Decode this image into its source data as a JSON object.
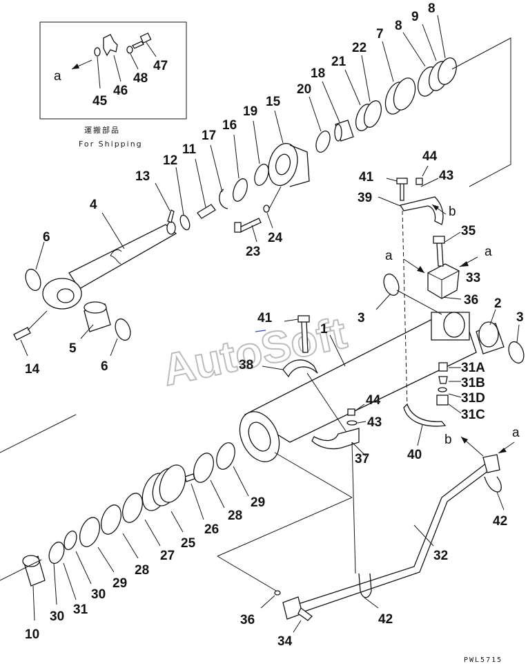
{
  "watermark": "AutoSoft",
  "drawing_code": "PWL5715",
  "shipping": {
    "japanese": "運搬部品",
    "english": "For Shipping"
  },
  "view_refs": {
    "a": "a",
    "b": "b"
  },
  "callouts": {
    "c1": "1",
    "c2": "2",
    "c3a": "3",
    "c3b": "3",
    "c4": "4",
    "c5": "5",
    "c6a": "6",
    "c6b": "6",
    "c7": "7",
    "c8a": "8",
    "c8b": "8",
    "c9": "9",
    "c10": "10",
    "c11": "11",
    "c12": "12",
    "c13": "13",
    "c14": "14",
    "c15": "15",
    "c16": "16",
    "c17": "17",
    "c18": "18",
    "c19": "19",
    "c20": "20",
    "c21": "21",
    "c22": "22",
    "c23": "23",
    "c24": "24",
    "c25": "25",
    "c26": "26",
    "c27": "27",
    "c28a": "28",
    "c28b": "28",
    "c29a": "29",
    "c29b": "29",
    "c30a": "30",
    "c30b": "30",
    "c31": "31",
    "c31a": "31A",
    "c31b": "31B",
    "c31c": "31C",
    "c31d": "31D",
    "c32": "32",
    "c33": "33",
    "c34": "34",
    "c35": "35",
    "c36a": "36",
    "c36b": "36",
    "c37": "37",
    "c38": "38",
    "c39": "39",
    "c40": "40",
    "c41a": "41",
    "c41b": "41",
    "c42a": "42",
    "c42b": "42",
    "c43a": "43",
    "c43b": "43",
    "c44a": "44",
    "c44b": "44",
    "c45": "45",
    "c46": "46",
    "c47": "47",
    "c48": "48"
  }
}
